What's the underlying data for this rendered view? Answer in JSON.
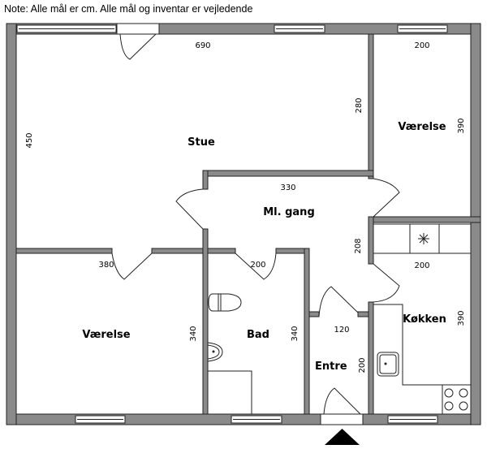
{
  "note": "Note: Alle mål er cm. Alle mål og inventar er vejledende",
  "rooms": {
    "stue": "Stue",
    "vaerelse_top": "Værelse",
    "gang": "Ml. gang",
    "vaerelse_bottom": "Værelse",
    "bad": "Bad",
    "entre": "Entre",
    "kokken": "Køkken"
  },
  "dimensions": {
    "stue_width": "690",
    "stue_height": "450",
    "stue_partial": "280",
    "vaerelse_top_width": "200",
    "vaerelse_top_height": "390",
    "gang_width": "330",
    "gang_height": "208",
    "kokken_width": "200",
    "kokken_height": "390",
    "vaerelse_bottom_width": "380",
    "vaerelse_bottom_height": "340",
    "bad_width": "200",
    "bad_height": "340",
    "entre_width": "120",
    "entre_height": "200"
  }
}
